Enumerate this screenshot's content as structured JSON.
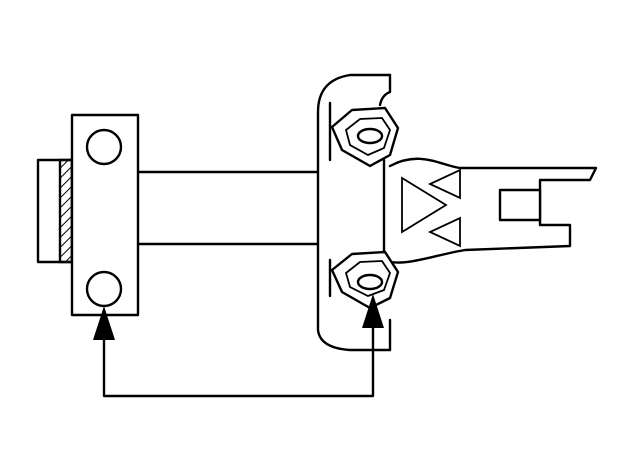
{
  "diagram": {
    "background": "#ffffff",
    "stroke": "#000000",
    "components": [
      "bracket-plate",
      "tie-bar",
      "mount-bracket",
      "frame-rail",
      "bolt-holes",
      "arrow-connector"
    ]
  }
}
